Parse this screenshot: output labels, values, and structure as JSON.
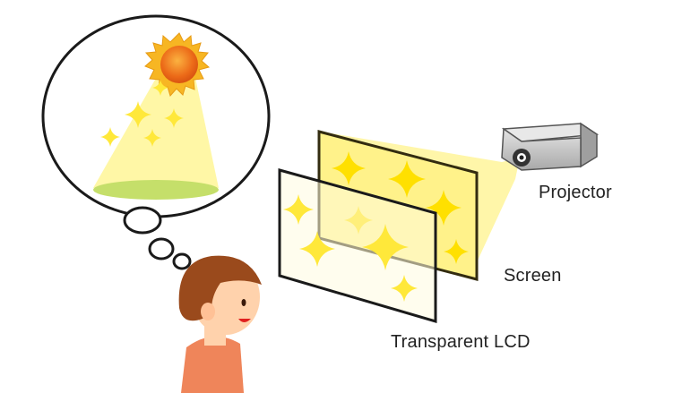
{
  "labels": {
    "projector": "Projector",
    "screen": "Screen",
    "transparent_lcd": "Transparent LCD"
  },
  "colors": {
    "light_beam": "#fff7a6",
    "sparkle": "#ffe83a",
    "screen_fill": "#fff49a",
    "screen_frame": "#332c10",
    "lcd_frame": "#1a1a1a",
    "ground_ellipse": "#c5df6a",
    "sun_core": "#f07a1a",
    "sun_rays": "#f7b623",
    "projector_body": "#c8c8c8",
    "hair": "#9a4a1c",
    "skin": "#ffd2ac",
    "shirt": "#ef855a"
  },
  "icons": [
    "sun-icon",
    "sparkle-icon",
    "projector-icon",
    "person-icon",
    "thought-bubble-icon"
  ]
}
